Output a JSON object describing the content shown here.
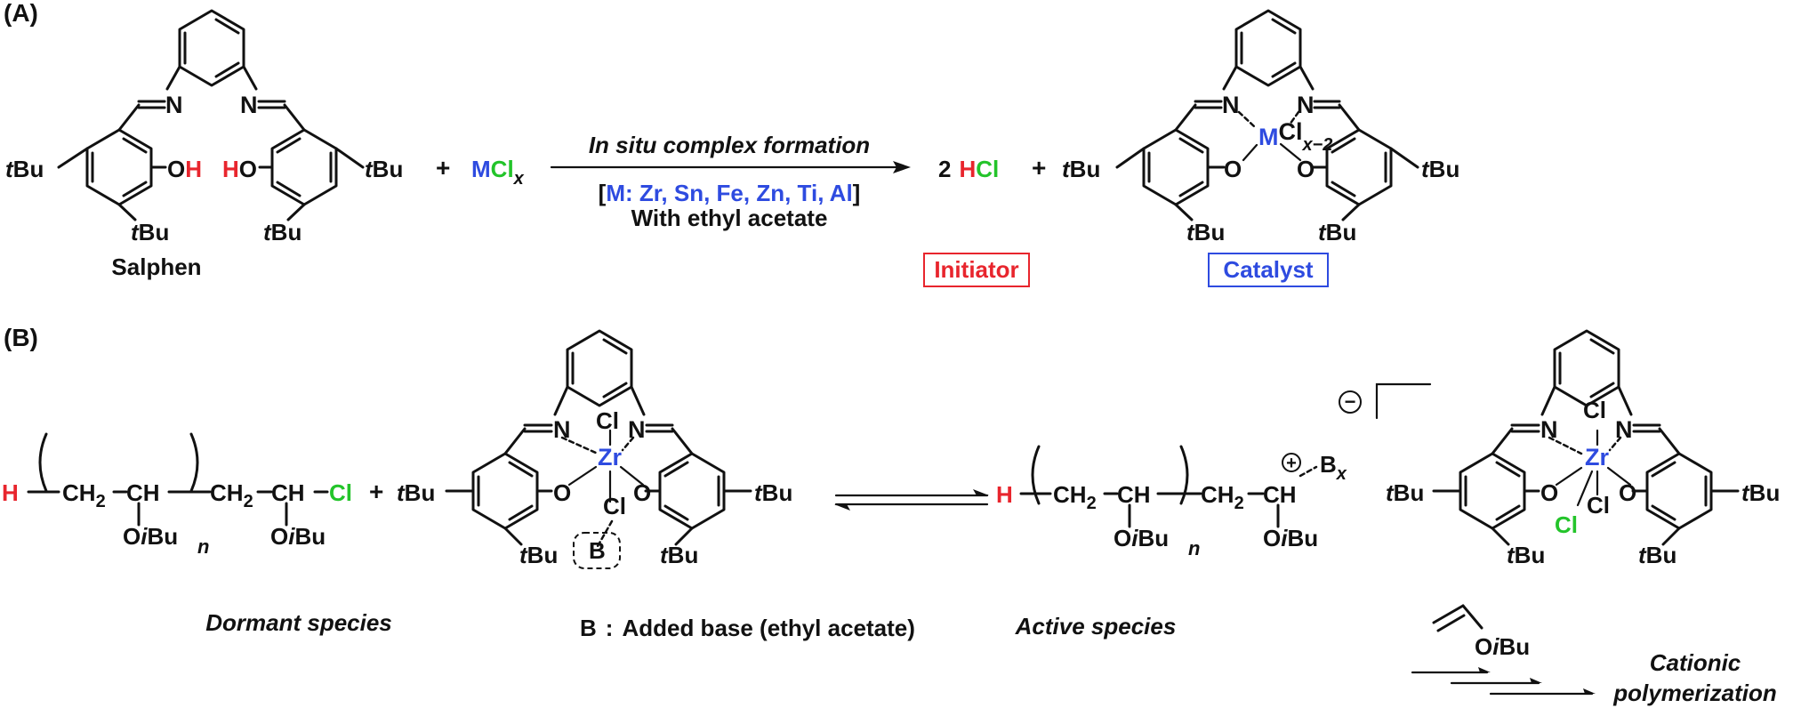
{
  "colors": {
    "black": "#111111",
    "red": "#e8252d",
    "blue": "#2e4be0",
    "green": "#23c42a"
  },
  "panel_a": {
    "label": "(A)",
    "salphen_label": "Salphen",
    "tbu": "tBu",
    "t": "t",
    "bu": "Bu",
    "n": "N",
    "o": "O",
    "h": "H",
    "plus": "+",
    "mclx": {
      "m": "M",
      "cl": "Cl",
      "x": "x"
    },
    "arrow_top": "In situ complex formation",
    "arrow_bottom_1": {
      "open": "[",
      "metals": "M: Zr, Sn, Fe, Zn, Ti, Al",
      "close": "]"
    },
    "arrow_bottom_2": "With ethyl acetate",
    "hcl": {
      "coef": "2",
      "h": "H",
      "cl": "Cl"
    },
    "catalyst_metal": "M",
    "catalyst_cl": "Cl",
    "catalyst_sub": "x−2",
    "initiator_label": "Initiator",
    "catalyst_label": "Catalyst"
  },
  "panel_b": {
    "label": "(B)",
    "h": "H",
    "ch2": "CH",
    "ch2_sub": "2",
    "ch": "CH",
    "cl": "Cl",
    "oibu": {
      "o": "O",
      "i": "i",
      "bu": "Bu"
    },
    "n_sub": "n",
    "plus": "+",
    "zr": "Zr",
    "base_b": "B",
    "b_x": {
      "b": "B",
      "x": "x"
    },
    "cation": "+",
    "anion": "−",
    "dormant": "Dormant species",
    "active": "Active species",
    "base_caption": {
      "b": "B",
      "colon": ":",
      "text": "Added base (ethyl acetate)"
    },
    "cationic_1": "Cationic",
    "cationic_2": "polymerization"
  }
}
